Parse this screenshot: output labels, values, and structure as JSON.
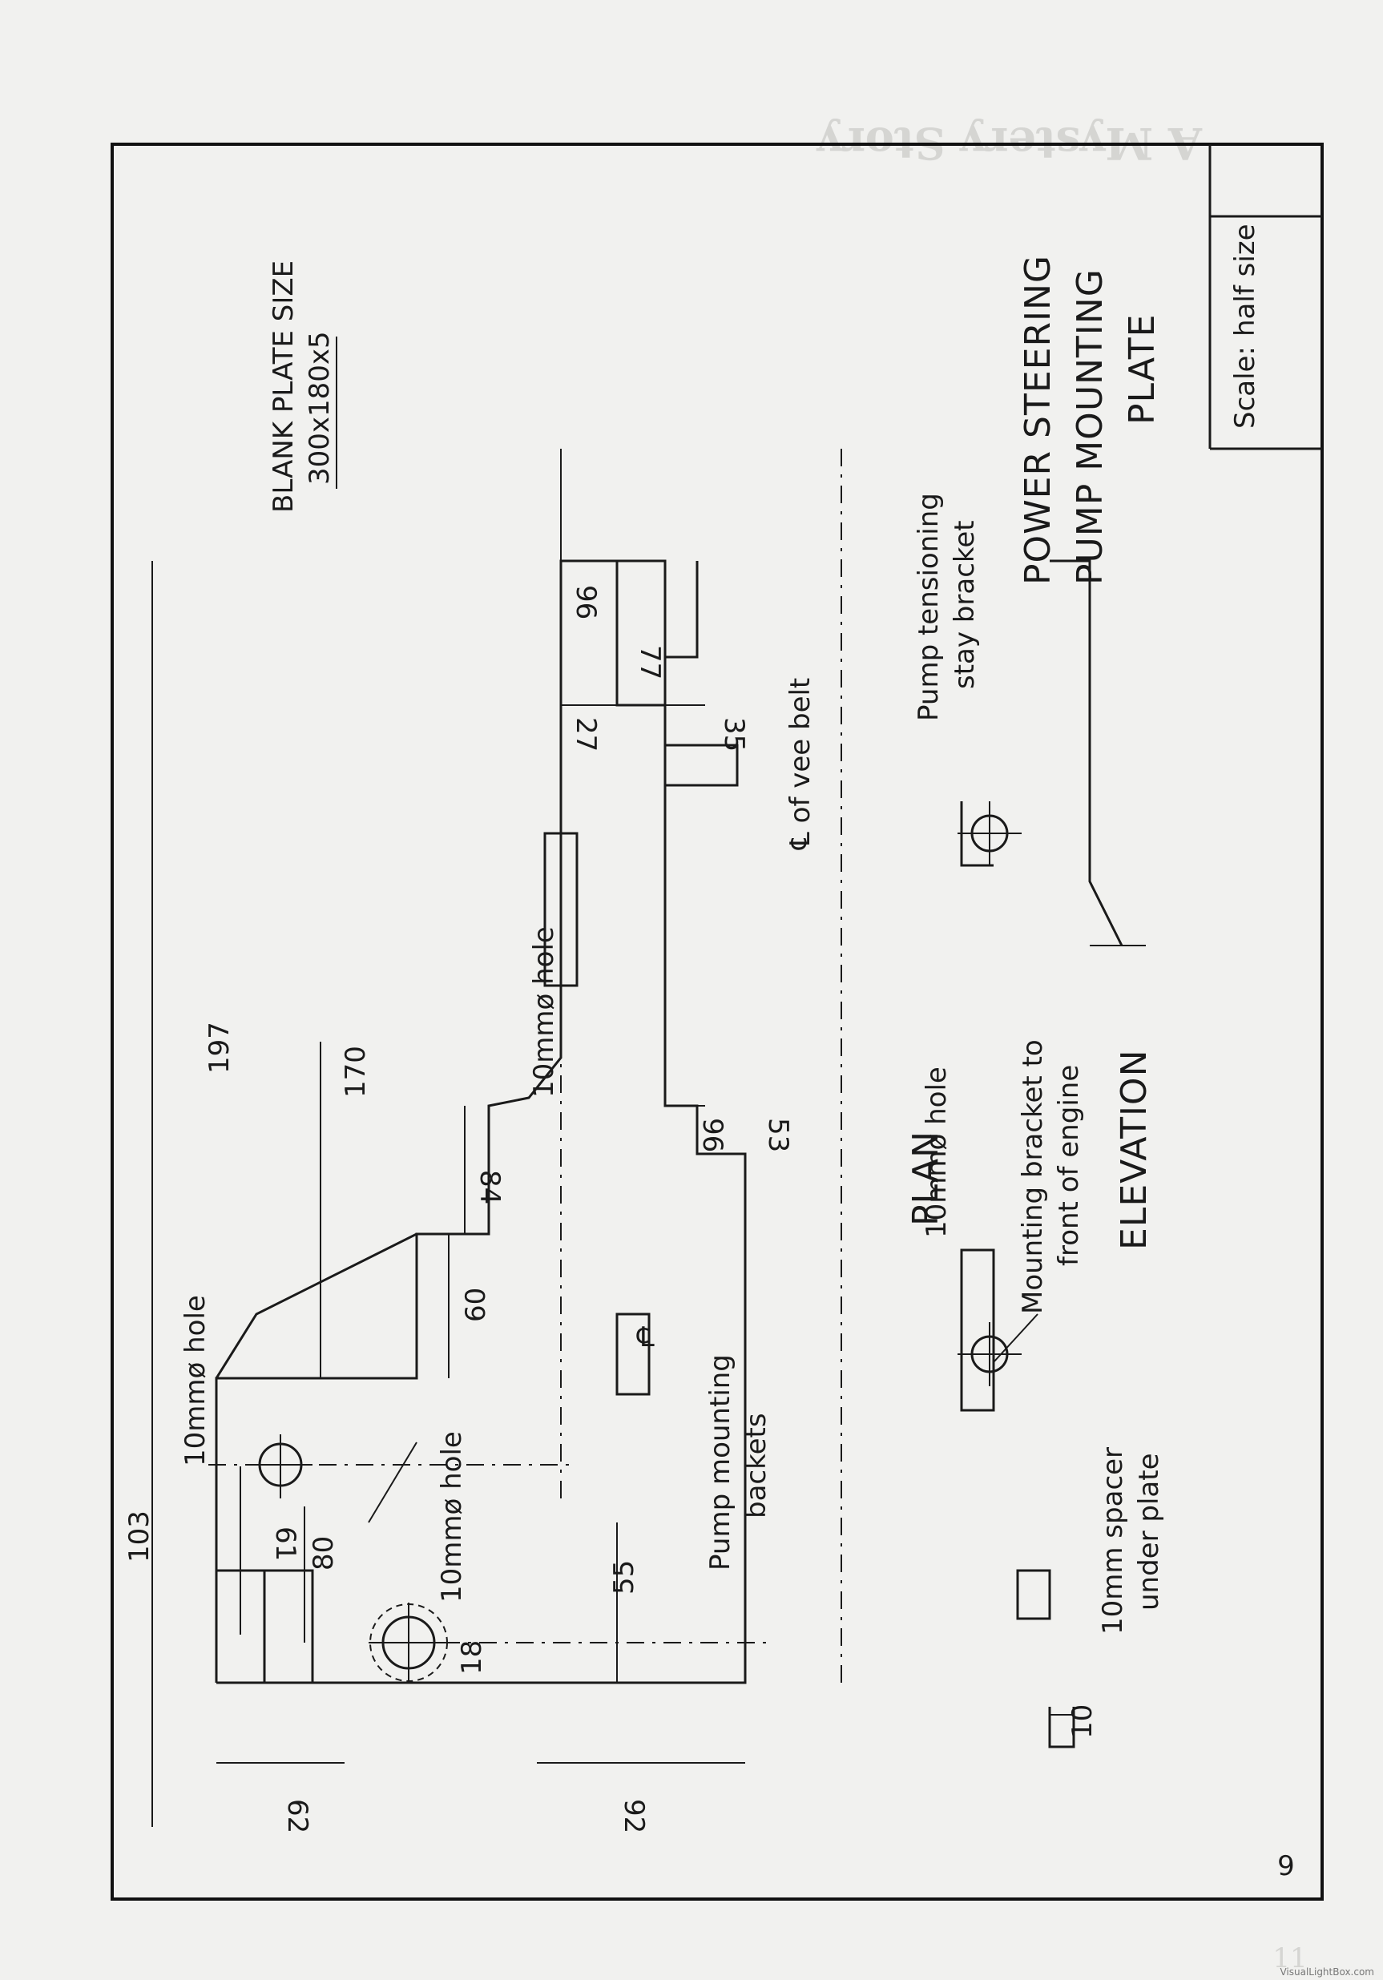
{
  "page_number": "9",
  "bleed_page_number": "11",
  "bleed_title": "A Mystery Story",
  "watermark": "VisualLightBox.com",
  "title_block": {
    "line1": "POWER STEERING",
    "line2": "PUMP MOUNTING",
    "line3": "PLATE",
    "scale_label": "Scale:",
    "scale_value": "half size"
  },
  "views": {
    "plan": "PLAN",
    "elevation": "ELEVATION"
  },
  "labels": {
    "blank_plate_line1": "BLANK PLATE SIZE",
    "blank_plate_line2": "300x180x5",
    "hole_10mm": "10mmø hole",
    "pump_backets_line1": "Pump mounting",
    "pump_backets_line2": "backets",
    "pump_tension_line1": "Pump tensioning",
    "pump_tension_line2": "stay bracket",
    "vee_belt": "℄ of vee belt",
    "centre_mark": "℄",
    "mount_bracket_line1": "Mounting bracket to",
    "mount_bracket_line2": "front of engine",
    "spacer_line1": "10mm spacer",
    "spacer_line2": "under plate"
  },
  "dimensions": {
    "d62": "62",
    "d92": "92",
    "d103": "103",
    "d61": "61",
    "d80": "80",
    "d18": "18",
    "d55": "55",
    "d60": "60",
    "d84": "84",
    "d170": "170",
    "d197": "197",
    "d96a": "96",
    "d53": "53",
    "d27": "27",
    "d77": "77",
    "d35": "35",
    "d96b": "96",
    "d10": "10"
  }
}
